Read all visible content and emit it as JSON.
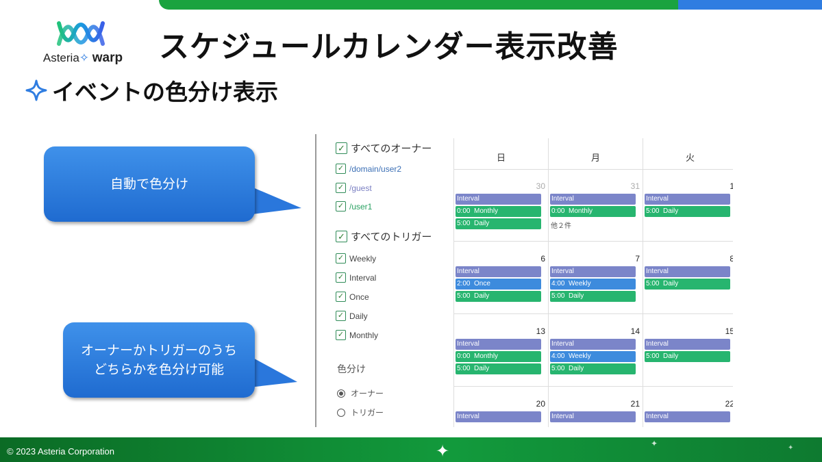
{
  "logo": {
    "brand": "Asteria",
    "product": "warp"
  },
  "title": "スケジュールカレンダー表示改善",
  "subtitle": "イベントの色分け表示",
  "bubbles": {
    "auto_color": "自動で色分け",
    "either_line1": "オーナーかトリガーのうち",
    "either_line2": "どちらかを色分け可能"
  },
  "sidebar": {
    "all_owners": "すべてのオーナー",
    "owners": [
      {
        "label": "/domain/user2",
        "color": "#3b6fb5"
      },
      {
        "label": "/guest",
        "color": "#7a7fc2"
      },
      {
        "label": "/user1",
        "color": "#27a060"
      }
    ],
    "all_triggers": "すべてのトリガー",
    "triggers": [
      "Weekly",
      "Interval",
      "Once",
      "Daily",
      "Monthly"
    ],
    "color_by_label": "色分け",
    "color_by_options": [
      "オーナー",
      "トリガー"
    ],
    "color_by_selected": "オーナー"
  },
  "calendar": {
    "days": [
      "日",
      "月",
      "火"
    ],
    "weeks": [
      {
        "cells": [
          {
            "day": "30",
            "dim": true,
            "events": [
              {
                "label": "Interval",
                "color": "purple"
              },
              {
                "label": "0:00  Monthly",
                "color": "green"
              },
              {
                "label": "5:00  Daily",
                "color": "green"
              }
            ]
          },
          {
            "day": "31",
            "dim": true,
            "events": [
              {
                "label": "Interval",
                "color": "purple"
              },
              {
                "label": "0:00  Monthly",
                "color": "green"
              }
            ],
            "more": "他２件"
          },
          {
            "day": "1",
            "dim": false,
            "events": [
              {
                "label": "Interval",
                "color": "purple"
              },
              {
                "label": "5:00  Daily",
                "color": "green"
              }
            ]
          }
        ]
      },
      {
        "cells": [
          {
            "day": "6",
            "dim": false,
            "events": [
              {
                "label": "Interval",
                "color": "purple"
              },
              {
                "label": "2:00  Once",
                "color": "blue"
              },
              {
                "label": "5:00  Daily",
                "color": "green"
              }
            ]
          },
          {
            "day": "7",
            "dim": false,
            "events": [
              {
                "label": "Interval",
                "color": "purple"
              },
              {
                "label": "4:00  Weekly",
                "color": "blue"
              },
              {
                "label": "5:00  Daily",
                "color": "green"
              }
            ]
          },
          {
            "day": "8",
            "dim": false,
            "events": [
              {
                "label": "Interval",
                "color": "purple"
              },
              {
                "label": "5:00  Daily",
                "color": "green"
              }
            ]
          }
        ]
      },
      {
        "cells": [
          {
            "day": "13",
            "dim": false,
            "events": [
              {
                "label": "Interval",
                "color": "purple"
              },
              {
                "label": "0:00  Monthly",
                "color": "green"
              },
              {
                "label": "5:00  Daily",
                "color": "green"
              }
            ]
          },
          {
            "day": "14",
            "dim": false,
            "events": [
              {
                "label": "Interval",
                "color": "purple"
              },
              {
                "label": "4:00  Weekly",
                "color": "blue"
              },
              {
                "label": "5:00  Daily",
                "color": "green"
              }
            ]
          },
          {
            "day": "15",
            "dim": false,
            "events": [
              {
                "label": "Interval",
                "color": "purple"
              },
              {
                "label": "5:00  Daily",
                "color": "green"
              }
            ]
          }
        ]
      },
      {
        "cells": [
          {
            "day": "20",
            "dim": false,
            "events": [
              {
                "label": "Interval",
                "color": "purple"
              }
            ]
          },
          {
            "day": "21",
            "dim": false,
            "events": [
              {
                "label": "Interval",
                "color": "purple"
              }
            ]
          },
          {
            "day": "22",
            "dim": false,
            "events": [
              {
                "label": "Interval",
                "color": "purple"
              }
            ]
          }
        ]
      }
    ]
  },
  "footer": {
    "copyright": "© 2023 Asteria Corporation"
  },
  "colors": {
    "green_bar": "#1aa33f",
    "blue_bar": "#2f7de1",
    "bubble": "#2f7de1",
    "event_purple": "#7b85c9",
    "event_green": "#27b56f",
    "event_blue": "#3d8bdd"
  }
}
